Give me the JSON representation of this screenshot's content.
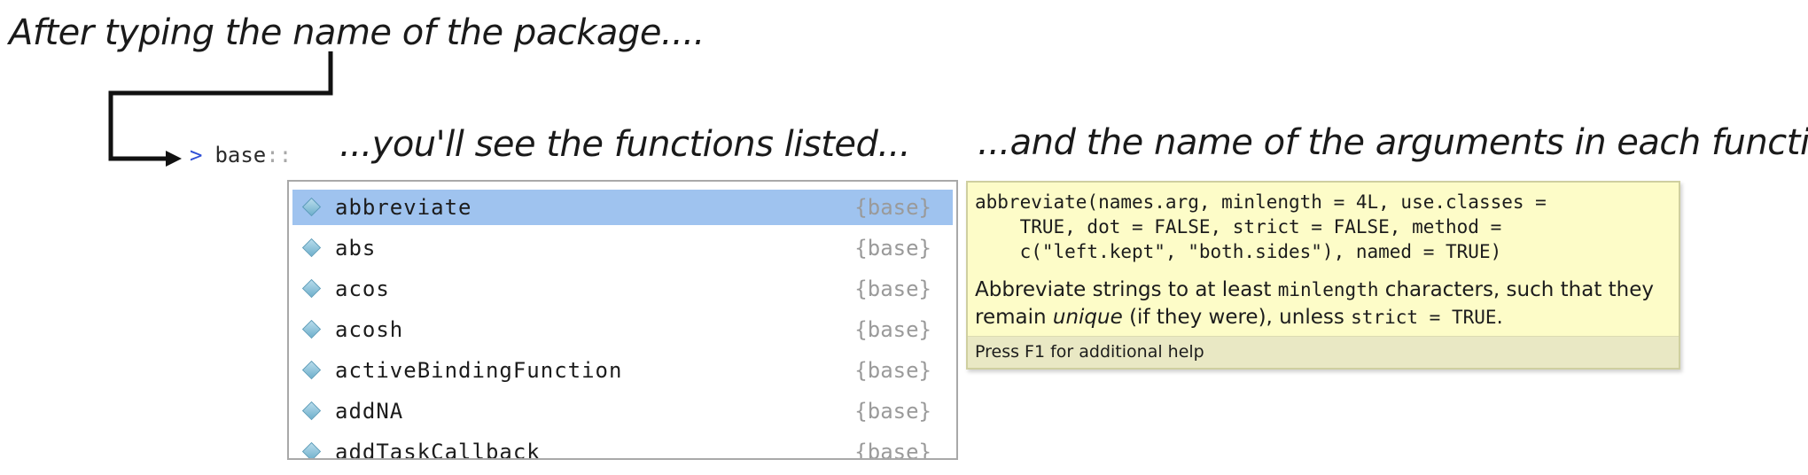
{
  "captions": {
    "step1": "After typing the name of the package....",
    "step2": "...you'll see the functions listed...",
    "step3": "...and the name of the arguments in each function."
  },
  "console": {
    "prompt": ">",
    "package": "base",
    "separator": "::"
  },
  "completion": {
    "items": [
      {
        "name": "abbreviate",
        "package": "{base}",
        "selected": true
      },
      {
        "name": "abs",
        "package": "{base}",
        "selected": false
      },
      {
        "name": "acos",
        "package": "{base}",
        "selected": false
      },
      {
        "name": "acosh",
        "package": "{base}",
        "selected": false
      },
      {
        "name": "activeBindingFunction",
        "package": "{base}",
        "selected": false
      },
      {
        "name": "addNA",
        "package": "{base}",
        "selected": false
      },
      {
        "name": "addTaskCallback",
        "package": "{base}",
        "selected": false
      }
    ],
    "icon": "function-diamond-icon"
  },
  "help": {
    "signature_lines": [
      "abbreviate(names.arg, minlength = 4L, use.classes =",
      "    TRUE, dot = FALSE, strict = FALSE, method =",
      "    c(\"left.kept\", \"both.sides\"), named = TRUE)"
    ],
    "desc_part1": "Abbreviate strings to at least ",
    "desc_code1": "minlength",
    "desc_part2": " characters, such that they remain ",
    "desc_em": "unique",
    "desc_part3": " (if they were), unless ",
    "desc_code2": "strict = TRUE",
    "desc_part4": ".",
    "footer": "Press F1 for additional help"
  },
  "colors": {
    "selected_row": "#9fc3ef",
    "help_background": "#fdfcc8",
    "help_footer": "#e9e8c4",
    "prompt": "#2f4fd6"
  }
}
